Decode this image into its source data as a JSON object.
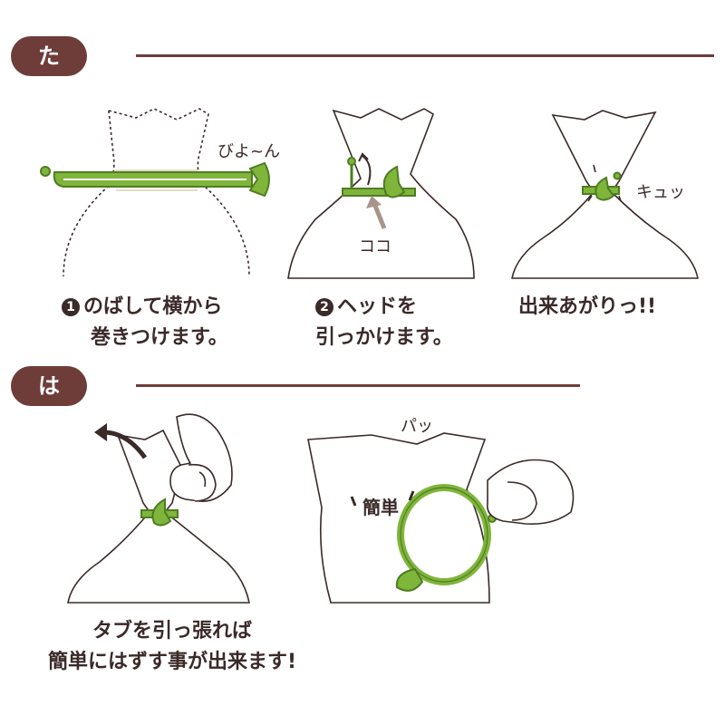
{
  "sections": {
    "wrap": {
      "title": "たばね方"
    },
    "remove": {
      "title": "はずし方"
    }
  },
  "steps": [
    {
      "number": "1",
      "line1": "のばして横から",
      "line2": "巻きつけます。"
    },
    {
      "number": "2",
      "line1": "ヘッドを",
      "line2": "引っかけます。"
    },
    {
      "line1": "出来あがりっ!!"
    }
  ],
  "labels": {
    "stretch": "びよ~ん",
    "here": "ココ",
    "tight": "キュッ",
    "pop": "パッ",
    "easy": "簡単"
  },
  "remove_caption": {
    "line1": "タブを引っ張れば",
    "line2": "簡単にはずす事が出来ます!"
  },
  "colors": {
    "accent": "#6e3d3a",
    "band": "#7fb53b",
    "band_dark": "#4f7d22",
    "text": "#3a2a28",
    "arrow": "#a8948a"
  },
  "icons": [
    "hair-tie-band",
    "plastic-bag",
    "curved-arrow-icon",
    "up-arrow-icon",
    "hand-icon",
    "exclaim-lines-icon"
  ]
}
